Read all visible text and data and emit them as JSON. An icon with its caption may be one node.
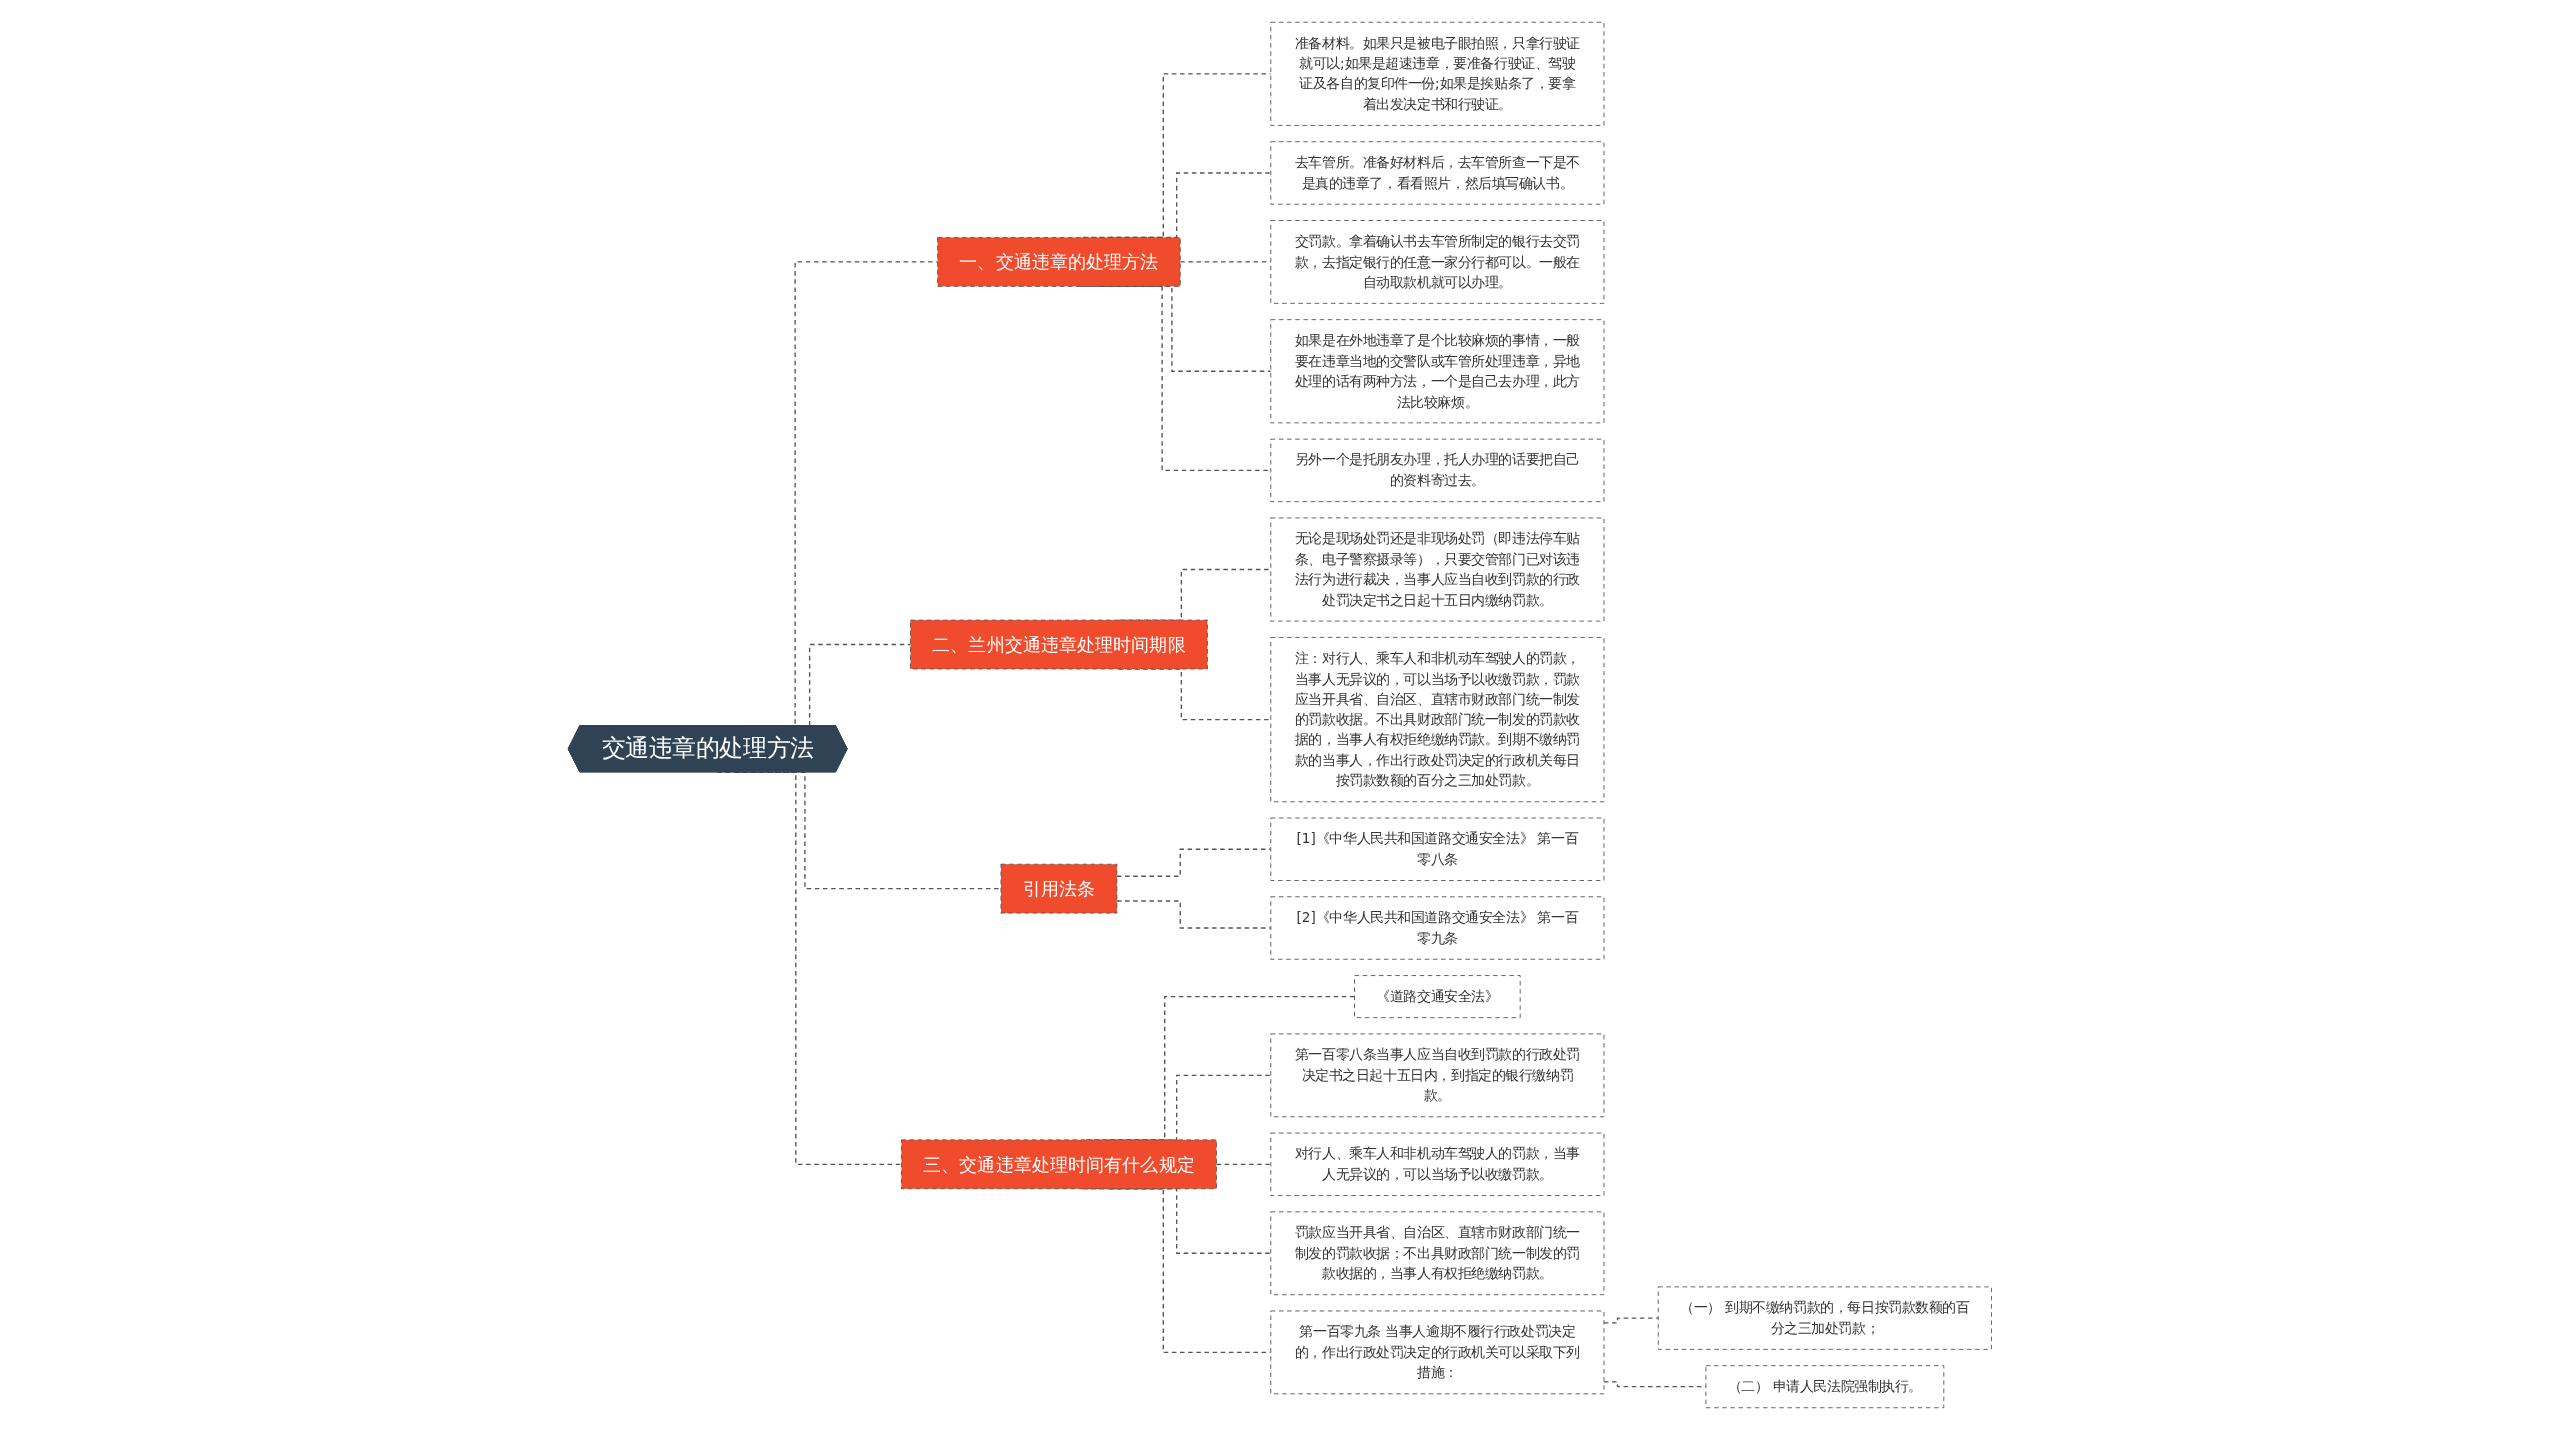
{
  "diagram": {
    "nodes": [
      {
        "text": [
          "交通违章的处理方法"
        ]
      },
      {
        "text": [
          "一、交通违章的处理方法"
        ]
      },
      {
        "text": [
          "准备材料。如果只是被电子眼拍照，只拿行驶证就可以;如果是超速违章，要准备行驶证、驾驶证及各自的复印件一份;如果是挨贴条了，要拿着出发决定书和行驶证。"
        ]
      },
      {
        "text": [
          "去车管所。准备好材料后，去车管所查一下是不是真的违章了，看看照片，然后填写确认书。"
        ]
      },
      {
        "text": [
          "交罚款。拿着确认书去车管所制定的银行去交罚款，去指定银行的任意一家分行都可以。一般在自动取款机就可以办理。"
        ]
      },
      {
        "text": [
          "如果是在外地违章了是个比较麻烦的事情，一般要在违章当地的交警队或车管所处理违章，异地处理的话有两种方法，一个是自己去办理，此方法比较麻烦。"
        ]
      },
      {
        "text": [
          "另外一个是托朋友办理，托人办理的话要把自己的资料寄过去。"
        ]
      },
      {
        "text": [
          "二、兰州交通违章处理时间期限"
        ]
      },
      {
        "text": [
          "无论是现场处罚还是非现场处罚（即违法停车贴条、电子警察摄录等），只要交管部门已对该违法行为进行裁决，当事人应当自收到罚款的行政处罚决定书之日起十五日内缴纳罚款。"
        ]
      },
      {
        "text": [
          "注：对行人、乘车人和非机动车驾驶人的罚款，当事人无异议的，可以当场予以收缴罚款，罚款应当开具省、自治区、直辖市财政部门统一制发的罚款收据。不出具财政部门统一制发的罚款收据的，当事人有权拒绝缴纳罚款。到期不缴纳罚款的当事人，作出行政处罚决定的行政机关每日按罚款数额的百分之三加处罚款。"
        ]
      },
      {
        "text": [
          "引用法条"
        ]
      },
      {
        "text": [
          "[1]《中华人民共和国道路交通安全法》 第一百零八条"
        ]
      },
      {
        "text": [
          "[2]《中华人民共和国道路交通安全法》 第一百零九条"
        ]
      },
      {
        "text": [
          "三、交通违章处理时间有什么规定"
        ]
      },
      {
        "text": [
          "《道路交通安全法》"
        ]
      },
      {
        "text": [
          "第一百零八条当事人应当自收到罚款的行政处罚决定书之日起十五日内，到指定的银行缴纳罚款。"
        ]
      },
      {
        "text": [
          "对行人、乘车人和非机动车驾驶人的罚款，当事人无异议的，可以当场予以收缴罚款。"
        ]
      },
      {
        "text": [
          "罚款应当开具省、自治区、直辖市财政部门统一制发的罚款收据；不出具财政部门统一制发的罚款收据的，当事人有权拒绝缴纳罚款。"
        ]
      },
      {
        "text": [
          "第一百零九条 当事人逾期不履行行政处罚决定的，作出行政处罚决定的行政机关可以采取下列措施："
        ]
      },
      {
        "text": [
          "（一） 到期不缴纳罚款的，每日按罚款数额的百分之三加处罚款；"
        ]
      },
      {
        "text": [
          "（二） 申请人民法院强制执行。"
        ]
      }
    ],
    "edges": [
      {
        "from": 0,
        "to": 1,
        "arrow": "none",
        "style": "dashed"
      },
      {
        "from": 1,
        "to": 2,
        "arrow": "none",
        "style": "dashed"
      },
      {
        "from": 1,
        "to": 3,
        "arrow": "none",
        "style": "dashed"
      },
      {
        "from": 1,
        "to": 4,
        "arrow": "none",
        "style": "dashed"
      },
      {
        "from": 1,
        "to": 5,
        "arrow": "none",
        "style": "dashed"
      },
      {
        "from": 1,
        "to": 6,
        "arrow": "none",
        "style": "dashed"
      },
      {
        "from": 0,
        "to": 7,
        "arrow": "none",
        "style": "dashed"
      },
      {
        "from": 7,
        "to": 8,
        "arrow": "none",
        "style": "dashed"
      },
      {
        "from": 7,
        "to": 9,
        "arrow": "none",
        "style": "dashed"
      },
      {
        "from": 0,
        "to": 10,
        "arrow": "none",
        "style": "dashed"
      },
      {
        "from": 10,
        "to": 11,
        "arrow": "none",
        "style": "dashed"
      },
      {
        "from": 10,
        "to": 12,
        "arrow": "none",
        "style": "dashed"
      },
      {
        "from": 0,
        "to": 13,
        "arrow": "none",
        "style": "dashed"
      },
      {
        "from": 13,
        "to": 14,
        "arrow": "none",
        "style": "dashed"
      },
      {
        "from": 13,
        "to": 15,
        "arrow": "none",
        "style": "dashed"
      },
      {
        "from": 13,
        "to": 16,
        "arrow": "none",
        "style": "dashed"
      },
      {
        "from": 13,
        "to": 17,
        "arrow": "none",
        "style": "dashed"
      },
      {
        "from": 13,
        "to": 18,
        "arrow": "none",
        "style": "dashed"
      },
      {
        "from": 18,
        "to": 19,
        "arrow": "none",
        "style": "dashed"
      },
      {
        "from": 18,
        "to": 20,
        "arrow": "none",
        "style": "dashed"
      }
    ]
  }
}
